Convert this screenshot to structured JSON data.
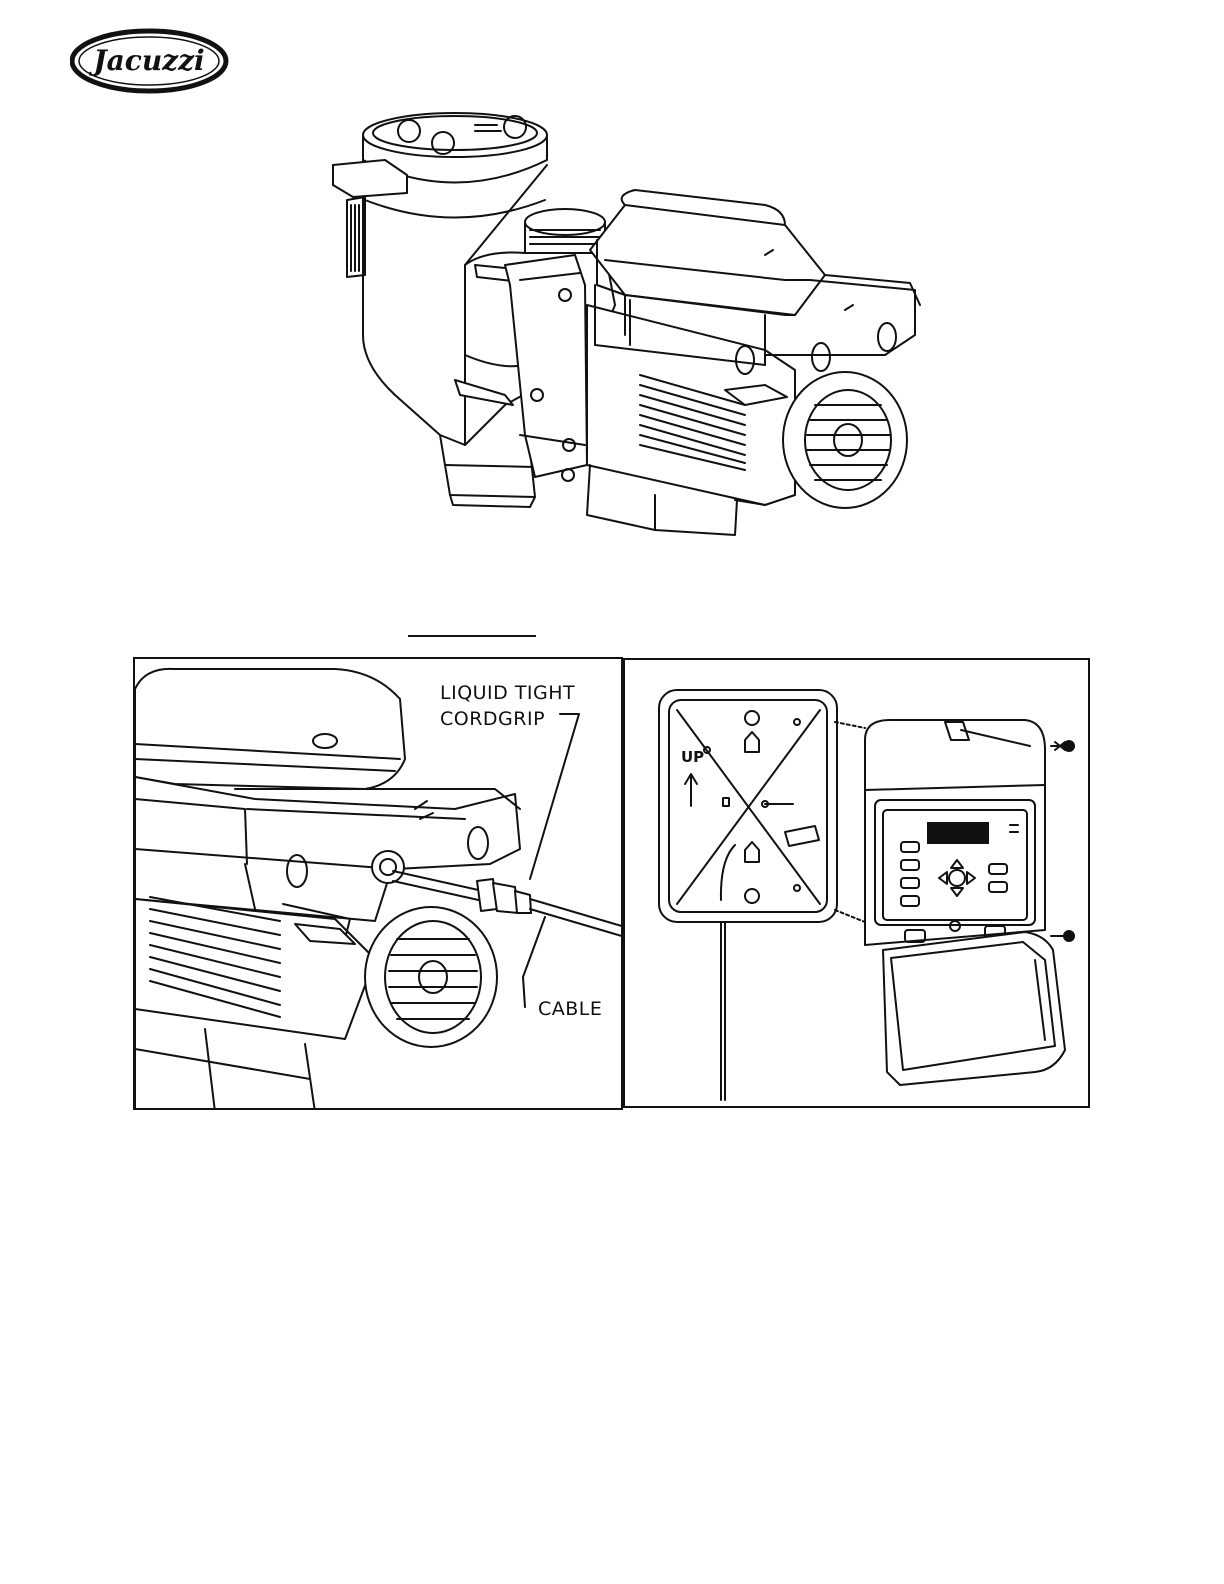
{
  "brand": {
    "logo_text": "Jacuzzi"
  },
  "figures": {
    "cordgrip_panel": {
      "callout_line1": "LIQUID TIGHT",
      "callout_line2": "CORDGRIP",
      "cable_label": "CABLE"
    },
    "control_panel": {
      "mount_arrow_label": "UP"
    }
  },
  "colors": {
    "ink": "#111111",
    "paper": "#ffffff"
  }
}
